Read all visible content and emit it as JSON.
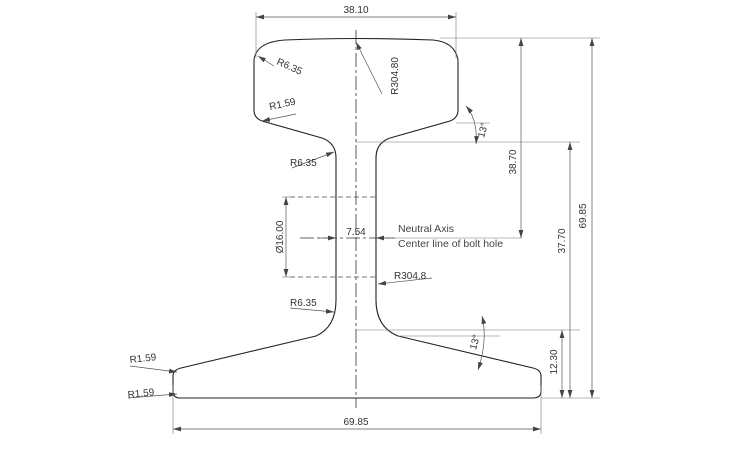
{
  "dimensions": {
    "head_width": "38.10",
    "base_width": "69.85",
    "height": "69.85",
    "base_to_neutral": "37.70",
    "head_depth": "38.70",
    "base_thickness": "12.30",
    "web_thickness": "7.54",
    "bolt_hole": "Ø16.00"
  },
  "radii": {
    "crown": "R304.80",
    "head_corner": "R6.35",
    "head_underside": "R1.59",
    "upper_fillet": "R6.35",
    "web": "R304.8",
    "lower_fillet": "R6.35",
    "base_top_edge": "R1.59",
    "base_bottom_edge": "R1.59"
  },
  "angles": {
    "head_underside": "13°",
    "base_top": "13°"
  },
  "notes": {
    "neutral_axis": "Neutral Axis",
    "bolt_hole_line": "Center line of bolt hole"
  }
}
